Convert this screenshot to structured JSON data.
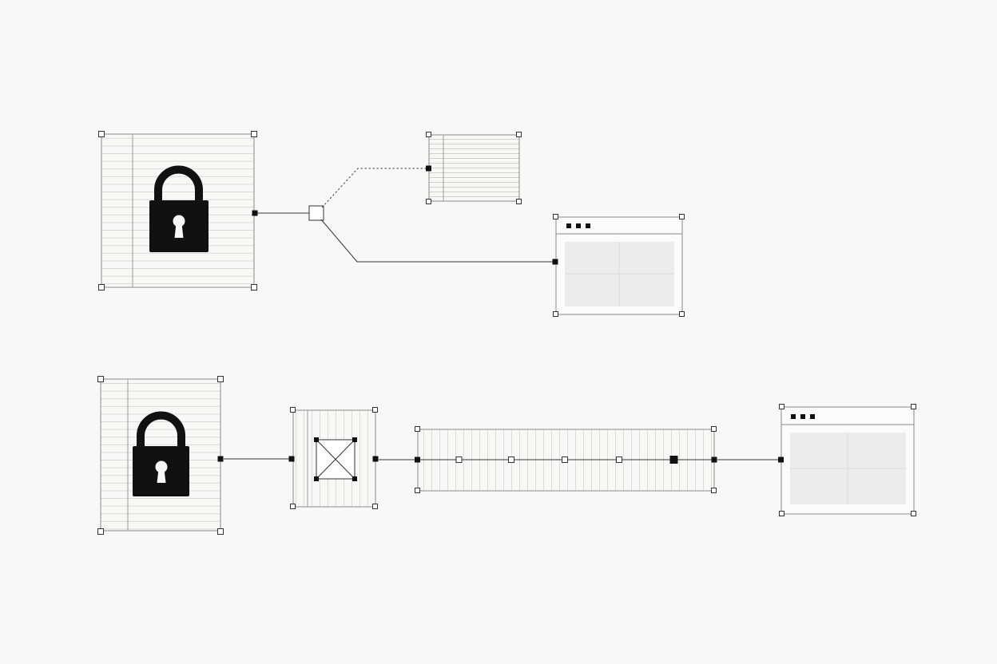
{
  "diagram": {
    "background": "#f9f8f6",
    "stroke_color": "#3a3a3a",
    "ruling_color": "#d9d9d6",
    "fill_panel": "#ececec",
    "icon_color": "#111111",
    "flows": [
      {
        "name": "flow-top",
        "nodes": [
          {
            "id": "lock-document",
            "icon": "lock-icon"
          },
          {
            "id": "junction",
            "icon": "square-junction"
          },
          {
            "id": "data-list",
            "icon": "list-panel"
          },
          {
            "id": "browser-window",
            "icon": "browser-window-icon"
          }
        ],
        "edges": [
          {
            "from": "lock-document",
            "to": "junction",
            "style": "solid"
          },
          {
            "from": "junction",
            "to": "data-list",
            "style": "dashed"
          },
          {
            "from": "junction",
            "to": "browser-window",
            "style": "solid"
          }
        ]
      },
      {
        "name": "flow-bottom",
        "nodes": [
          {
            "id": "lock-document",
            "icon": "lock-icon"
          },
          {
            "id": "transform-box",
            "icon": "crossed-box-icon"
          },
          {
            "id": "timeline-bar",
            "icon": "timeline-panel"
          },
          {
            "id": "browser-window",
            "icon": "browser-window-icon"
          }
        ],
        "edges": [
          {
            "from": "lock-document",
            "to": "transform-box",
            "style": "solid"
          },
          {
            "from": "transform-box",
            "to": "timeline-bar",
            "style": "solid"
          },
          {
            "from": "timeline-bar",
            "to": "browser-window",
            "style": "solid"
          }
        ]
      }
    ]
  }
}
